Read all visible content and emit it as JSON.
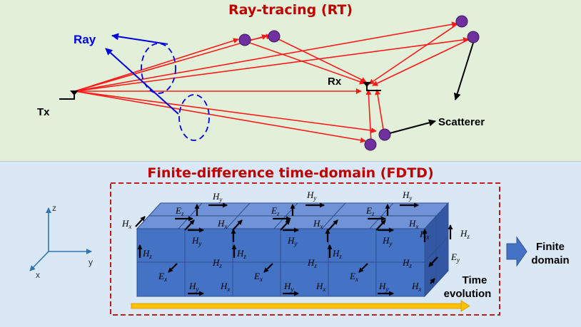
{
  "rt": {
    "title": "Ray-tracing (RT)",
    "ray_label": "Ray",
    "tx_label": "Tx",
    "rx_label": "Rx",
    "scatterer_label": "Scatterer"
  },
  "fdtd": {
    "title": "Finite-difference time-domain (FDTD)",
    "axes": {
      "z": "z",
      "y": "y",
      "x": "x"
    },
    "time_label_line1": "Time",
    "time_label_line2": "evolution",
    "finite_line1": "Finite",
    "finite_line2": "domain",
    "field_labels": {
      "Hy": "H",
      "Hy_sub": "y",
      "Hx": "H",
      "Hx_sub": "x",
      "Hz": "H",
      "Hz_sub": "z",
      "Ez": "E",
      "Ez_sub": "z",
      "Ex": "E",
      "Ex_sub": "x",
      "Ey": "E",
      "Ey_sub": "y"
    }
  },
  "colors": {
    "rt_bg": "#e2f0d9",
    "fdtd_bg": "#dae8f5",
    "title_red": "#c00000",
    "ray_blue": "#0000e0",
    "path_red": "#ff1a1a",
    "scatterer_purple": "#7030a0",
    "cube_blue": "#4472c4",
    "arrow_orange": "#ffc000"
  }
}
